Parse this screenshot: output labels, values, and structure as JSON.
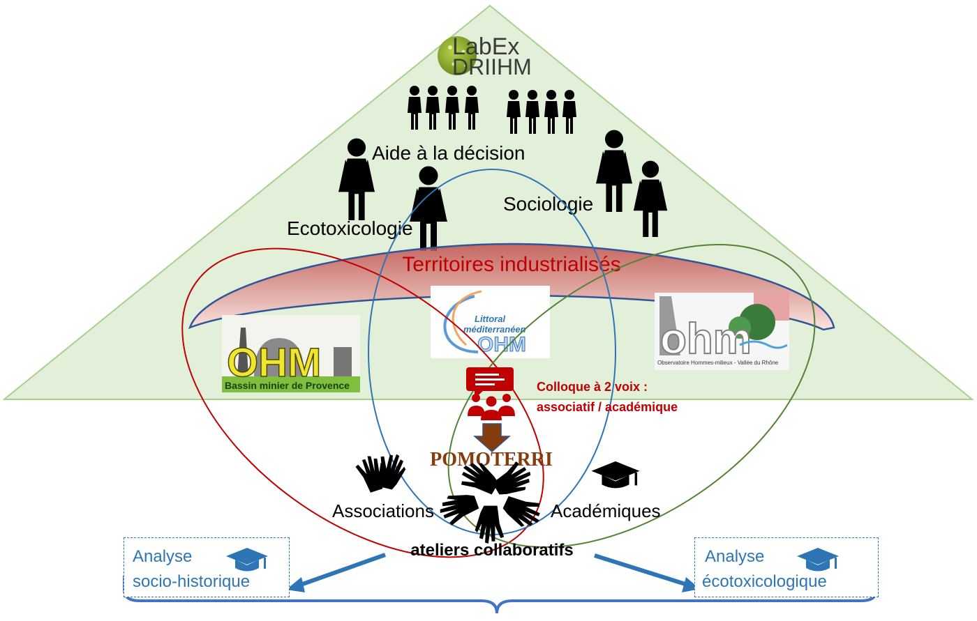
{
  "logo": {
    "line1": "LabEx",
    "line2": "DRIIHM"
  },
  "labels": {
    "aide": "Aide à la décision",
    "socio": "Sociologie",
    "ecotox": "Ecotoxicologie",
    "territoires": "Territoires industrialisés",
    "colloque_line1": "Colloque à 2 voix :",
    "colloque_line2": "associatif / académique",
    "pomoterri": "POMOTERRI",
    "associations": "Associations",
    "academiques": "Académiques",
    "ateliers": "ateliers collaboratifs"
  },
  "ohm_logos": {
    "left": {
      "brand": "OHM",
      "caption": "Bassin minier de Provence"
    },
    "center": {
      "line1": "Littoral",
      "line2": "méditerranéen",
      "brand": "OHM"
    },
    "right": {
      "brand": "ohm",
      "caption": "Observatoire Hommes-milieux - Vallée du Rhône"
    }
  },
  "outputs": {
    "left": {
      "line1": "Analyse",
      "line2": "socio-historique"
    },
    "right": {
      "line1": "Analyse",
      "line2": "écotoxicologique"
    }
  },
  "icons": [
    "person-icon",
    "group-icon",
    "chat-icon",
    "team-icon",
    "arrow-down-icon",
    "hands-circle-icon",
    "raised-hands-icon",
    "graduation-cap-icon"
  ],
  "colors": {
    "triangle_fill": "#e2efd9",
    "triangle_stroke": "#a8d08d",
    "red": "#c00000",
    "blue": "#2e75b6",
    "green": "#548235",
    "brown": "#843c0c",
    "band_stroke": "#2f5597"
  }
}
